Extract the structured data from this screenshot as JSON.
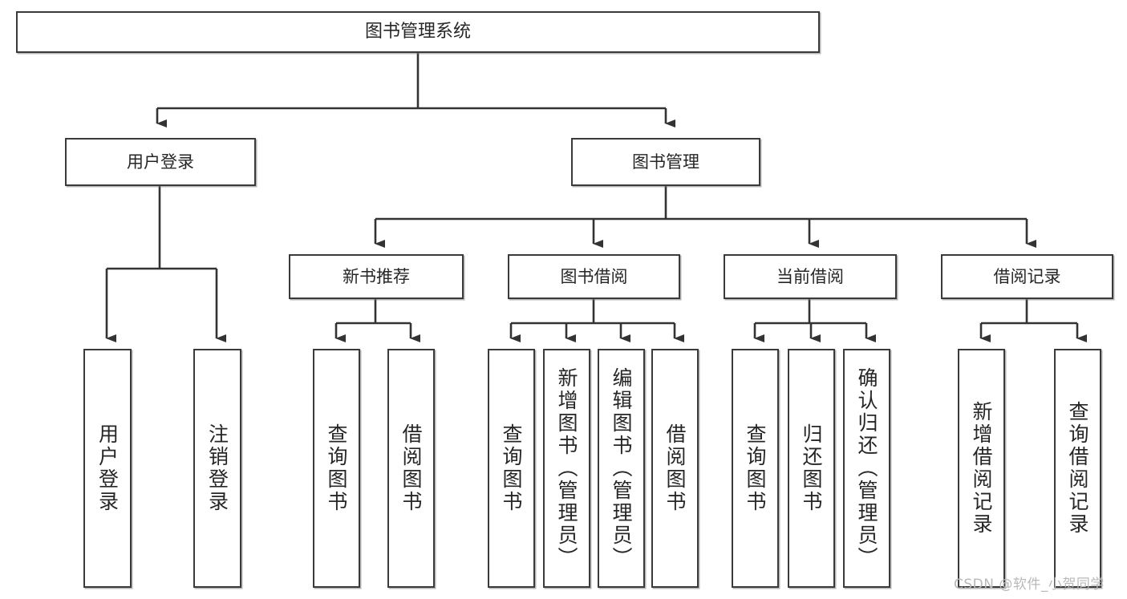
{
  "diagram": {
    "type": "tree-hierarchy",
    "title": "图书管理系统",
    "root": {
      "id": "root",
      "label": "图书管理系统"
    },
    "level2": [
      {
        "id": "user-login",
        "label": "用户登录"
      },
      {
        "id": "book-manage",
        "label": "图书管理"
      }
    ],
    "level3": [
      {
        "id": "new-book-recommend",
        "label": "新书推荐"
      },
      {
        "id": "book-borrow",
        "label": "图书借阅"
      },
      {
        "id": "current-borrow",
        "label": "当前借阅"
      },
      {
        "id": "borrow-record",
        "label": "借阅记录"
      }
    ],
    "leaves": {
      "user_login": [
        {
          "id": "leaf-user-login",
          "label": "用户登录"
        },
        {
          "id": "leaf-logout-login",
          "label": "注销登录"
        }
      ],
      "new_book_recommend": [
        {
          "id": "leaf-query-book-1",
          "label": "查询图书"
        },
        {
          "id": "leaf-borrow-book-1",
          "label": "借阅图书"
        }
      ],
      "book_borrow": [
        {
          "id": "leaf-query-book-2",
          "label": "查询图书"
        },
        {
          "id": "leaf-add-book",
          "label": "新增图书（管理员）"
        },
        {
          "id": "leaf-edit-book",
          "label": "编辑图书（管理员）"
        },
        {
          "id": "leaf-borrow-book-2",
          "label": "借阅图书"
        }
      ],
      "current_borrow": [
        {
          "id": "leaf-query-book-3",
          "label": "查询图书"
        },
        {
          "id": "leaf-return-book",
          "label": "归还图书"
        },
        {
          "id": "leaf-confirm-return",
          "label": "确认归还（管理员）"
        }
      ],
      "borrow_record": [
        {
          "id": "leaf-add-record",
          "label": "新增借阅记录"
        },
        {
          "id": "leaf-query-record",
          "label": "查询借阅记录"
        }
      ]
    }
  },
  "watermark": {
    "text": "CSDN @软件_小贺同学"
  },
  "colors": {
    "background": "#ffffff",
    "box_border": "#3a3a3a",
    "box_fill": "#ffffff",
    "text": "#262626",
    "connector": "#333333",
    "watermark": "#b9b9b9"
  }
}
